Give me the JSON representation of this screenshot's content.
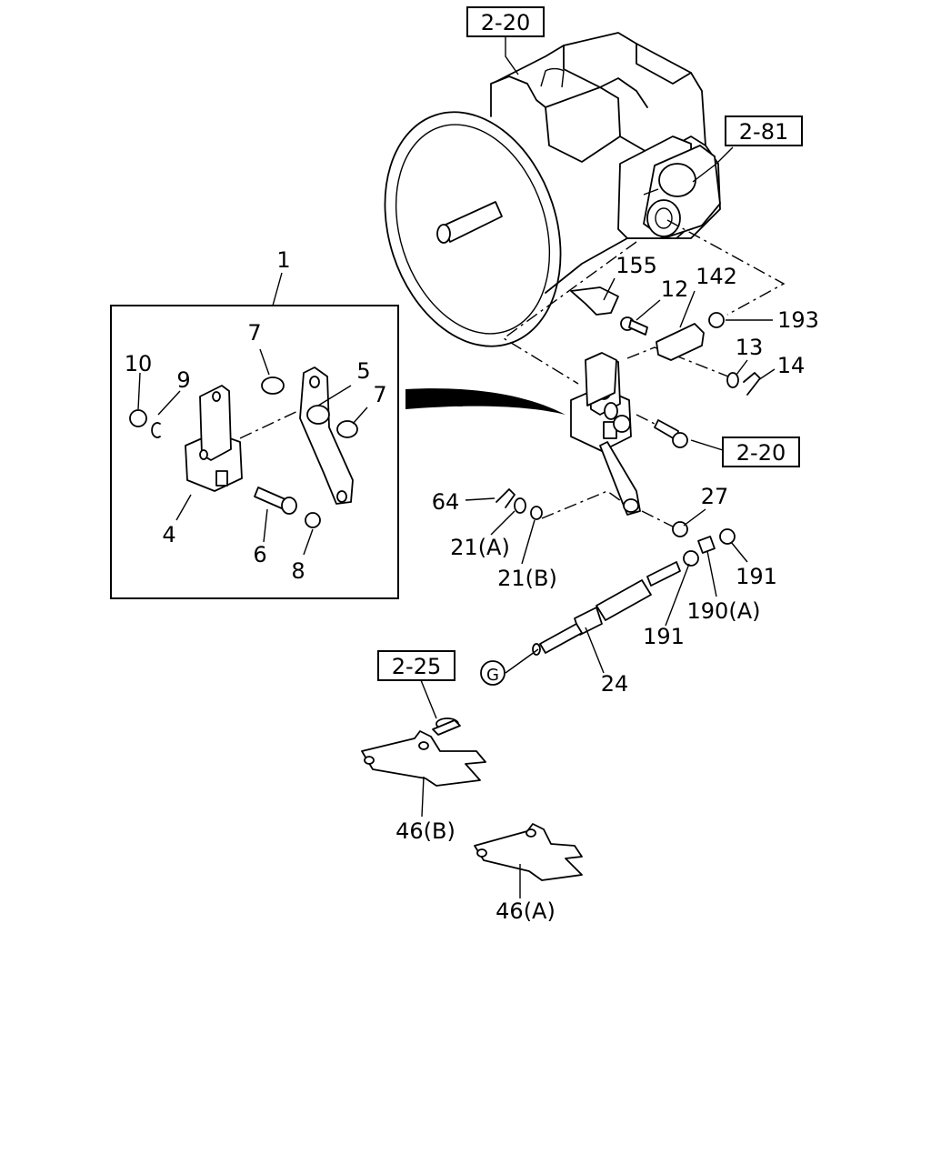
{
  "references": {
    "top": "2-20",
    "right_upper": "2-81",
    "right_mid": "2-20",
    "lower": "2-25"
  },
  "callouts": {
    "assembly": "1",
    "c4": "4",
    "c5": "5",
    "c6": "6",
    "c7a": "7",
    "c7b": "7",
    "c8": "8",
    "c9": "9",
    "c10": "10",
    "c12": "12",
    "c13": "13",
    "c14": "14",
    "c21a": "21(A)",
    "c21b": "21(B)",
    "c24": "24",
    "c27": "27",
    "c46a": "46(A)",
    "c46b": "46(B)",
    "c64": "64",
    "c142": "142",
    "c155": "155",
    "c190a": "190(A)",
    "c191a": "191",
    "c191b": "191",
    "c193": "193"
  },
  "connector": {
    "label": "G"
  }
}
